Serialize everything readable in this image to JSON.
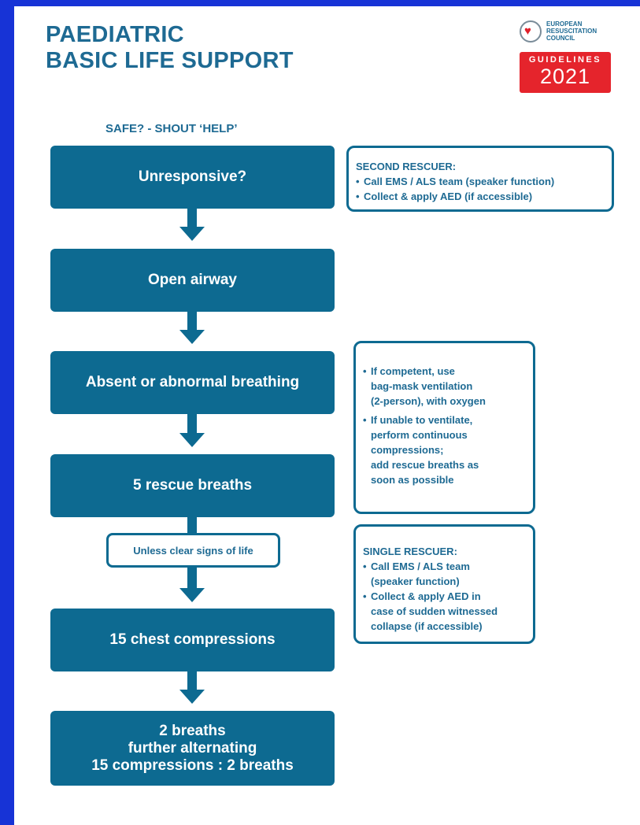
{
  "title": {
    "line1": "PAEDIATRIC",
    "line2": "BASIC LIFE SUPPORT"
  },
  "logo": {
    "name": "EUROPEAN\nRESUSCITATION\nCOUNCIL",
    "label": "GUIDELINES",
    "year": "2021"
  },
  "subtitle": "SAFE? - SHOUT ‘HELP’",
  "steps": [
    {
      "lines": [
        "Unresponsive?"
      ]
    },
    {
      "lines": [
        "Open airway"
      ]
    },
    {
      "lines": [
        "Absent or abnormal breathing"
      ]
    },
    {
      "lines": [
        "5 rescue breaths"
      ]
    },
    {
      "lines": [
        "15 chest compressions"
      ]
    },
    {
      "lines": [
        "2 breaths",
        "further alternating",
        "15 compressions : 2 breaths"
      ]
    }
  ],
  "condition": "Unless clear signs of life",
  "notes": {
    "second_rescuer": {
      "title": "SECOND RESCUER:",
      "bullets": [
        "Call EMS / ALS team (speaker function)",
        "Collect & apply AED (if accessible)"
      ]
    },
    "ventilation": {
      "bullets": [
        "If competent, use\nbag-mask ventilation\n(2-person), with oxygen",
        "If unable to ventilate,\nperform continuous\ncompressions;\nadd rescue breaths as\nsoon as possible"
      ]
    },
    "single_rescuer": {
      "title": "SINGLE RESCUER:",
      "bullets": [
        "Call EMS / ALS team\n(speaker function)",
        "Collect & apply AED in\ncase of sudden witnessed\ncollapse (if accessible)"
      ]
    }
  },
  "bullet_symbol": "•",
  "colors": {
    "primary": "#0d6a91",
    "title": "#1e6a93",
    "logo_red": "#e5242c",
    "frame": "#1733d6"
  }
}
